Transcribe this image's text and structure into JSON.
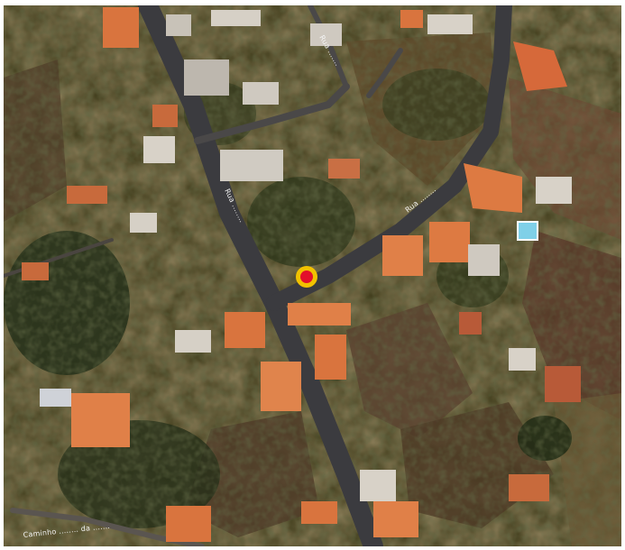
{
  "map": {
    "type": "satellite",
    "street_labels": [
      {
        "text": "Rua ........"
      },
      {
        "text": "Rua ........"
      },
      {
        "text": "Rua ......."
      },
      {
        "text": "Caminho ........ da ......."
      }
    ]
  },
  "marker": {
    "icon": "location-dot-icon",
    "fill_color": "#e3102a",
    "ring_color": "#f2c200"
  },
  "colors": {
    "road": "#3b3b3f",
    "vegetation_dark": "#2c3316",
    "vegetation": "#4a4a22",
    "soil": "#6a4a30",
    "roof_orange": "#d9743e",
    "roof_light": "#d8d2c8",
    "pool": "#7fd0e8"
  }
}
